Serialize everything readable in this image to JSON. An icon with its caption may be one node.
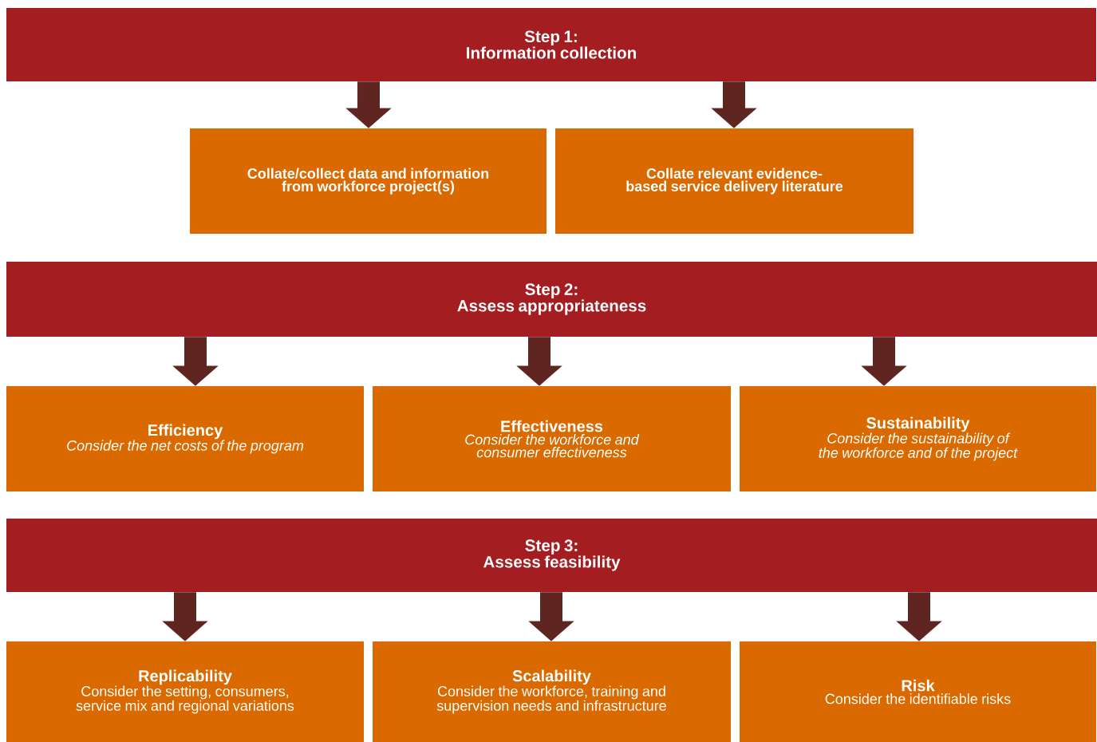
{
  "diagram": {
    "nodes": [
      {
        "text": [
          "Step 1:",
          "Information collection"
        ]
      },
      {
        "text": [
          "Collate/collect data and information from workforce project(s)"
        ]
      },
      {
        "text": [
          "Collate relevant evidence-based service delivery literature"
        ]
      },
      {
        "text": [
          "Step 2:",
          "Assess appropriateness"
        ]
      },
      {
        "text": [
          "Efficiency",
          "Consider the net costs of the program"
        ]
      },
      {
        "text": [
          "Effectiveness",
          "Consider the workforce and consumer effectiveness"
        ]
      },
      {
        "text": [
          "Sustainability",
          "Consider the sustainability of the workforce and of the project"
        ]
      },
      {
        "text": [
          "Step 3:",
          "Assess feasibility"
        ]
      },
      {
        "text": [
          "Replicability",
          "Consider the setting, consumers, service mix and regional variations"
        ]
      },
      {
        "text": [
          "Scalability",
          "Consider the workforce, training and supervision needs and infrastructure"
        ]
      },
      {
        "text": [
          "Risk",
          "Consider the identifiable risks"
        ]
      }
    ],
    "edges": [
      {
        "from": 0,
        "to": 1,
        "arrow": "to"
      },
      {
        "from": 0,
        "to": 2,
        "arrow": "to"
      },
      {
        "from": 3,
        "to": 4,
        "arrow": "to"
      },
      {
        "from": 3,
        "to": 5,
        "arrow": "to"
      },
      {
        "from": 3,
        "to": 6,
        "arrow": "to"
      },
      {
        "from": 7,
        "to": 8,
        "arrow": "to"
      },
      {
        "from": 7,
        "to": 9,
        "arrow": "to"
      },
      {
        "from": 7,
        "to": 10,
        "arrow": "to"
      }
    ]
  }
}
